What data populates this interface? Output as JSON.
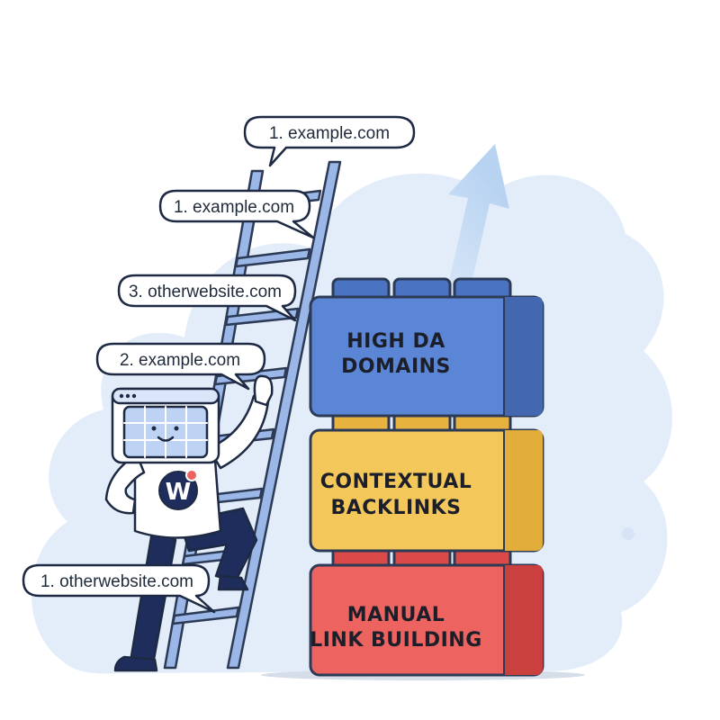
{
  "bubbles": [
    {
      "text": "1. example.com"
    },
    {
      "text": "1. example.com"
    },
    {
      "text": "3. otherwebsite.com"
    },
    {
      "text": "2. example.com"
    },
    {
      "text": "1. otherwebsite.com"
    }
  ],
  "blocks": {
    "top": {
      "line1": "HIGH DA",
      "line2": "DOMAINS",
      "color": "#5b86d6"
    },
    "middle": {
      "line1": "CONTEXTUAL",
      "line2": "BACKLINKS",
      "color": "#f4c75a"
    },
    "bottom": {
      "line1": "MANUAL",
      "line2": "LINK BUILDING",
      "color": "#ec6360"
    }
  },
  "mascot": {
    "logo_letter": "W"
  }
}
